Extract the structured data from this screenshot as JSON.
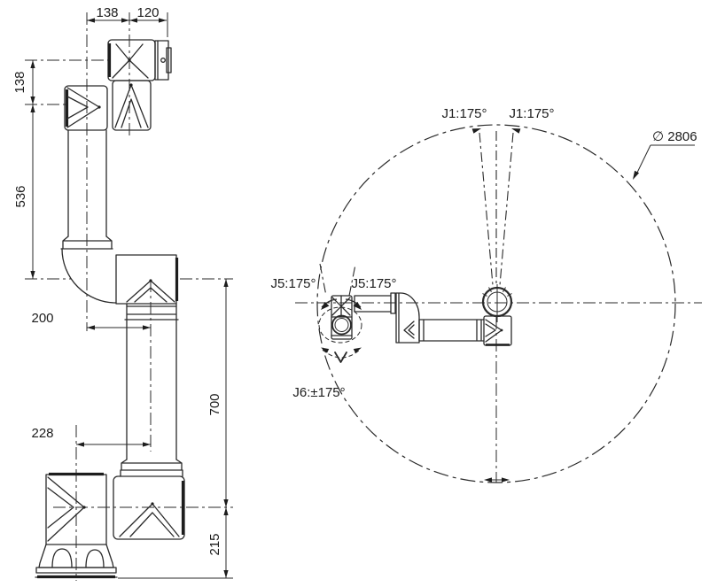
{
  "drawing": {
    "title": "collaborative robot arm dimension and working-range drawing",
    "background": "#ffffff",
    "line_color": "#2a2a2a",
    "text_color": "#1c1c1c",
    "side_view": {
      "dim_wrist_top_width": "138",
      "dim_flange_top_width": "120",
      "dim_wrist_height": "138",
      "dim_upper_arm_length": "536",
      "dim_elbow_offset": "200",
      "dim_forearm_length": "700",
      "dim_base_offset": "228",
      "dim_base_height": "215"
    },
    "top_view": {
      "j1_limit_left": "J1:175°",
      "j1_limit_right": "J1:175°",
      "j5_limit_left": "J5:175°",
      "j5_limit_right": "J5:175°",
      "j6_limit": "J6:±175°",
      "envelope_diameter": "∅ 2806"
    }
  }
}
